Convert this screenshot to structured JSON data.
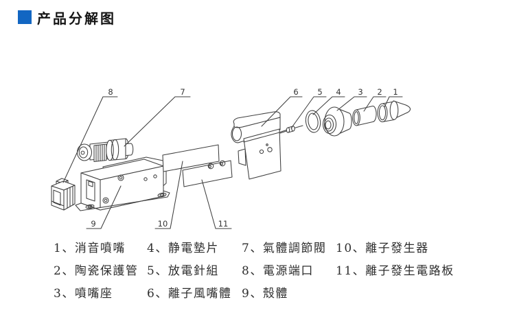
{
  "header": {
    "title": "产品分解图"
  },
  "colors": {
    "accent_blue": "#1266c2",
    "line_art": "#3e3e3e",
    "legend_text": "#2e2e2e"
  },
  "diagram": {
    "callouts": [
      "1",
      "2",
      "3",
      "4",
      "5",
      "6",
      "7",
      "8",
      "9",
      "10",
      "11"
    ]
  },
  "legend": {
    "columns": [
      {
        "items": [
          {
            "label": "1、消音噴嘴"
          },
          {
            "label": "2、陶瓷保護管"
          },
          {
            "label": "3、噴嘴座"
          }
        ]
      },
      {
        "items": [
          {
            "label": "4、静電墊片"
          },
          {
            "label": "5、放電針組"
          },
          {
            "label": "6、離子風嘴體"
          }
        ]
      },
      {
        "items": [
          {
            "label": "7、氣體調節閥"
          },
          {
            "label": "8、電源端口"
          },
          {
            "label": "9、殼體"
          }
        ]
      },
      {
        "items": [
          {
            "label": "10、離子發生器"
          },
          {
            "label": "11、離子發生電路板"
          }
        ]
      }
    ]
  }
}
